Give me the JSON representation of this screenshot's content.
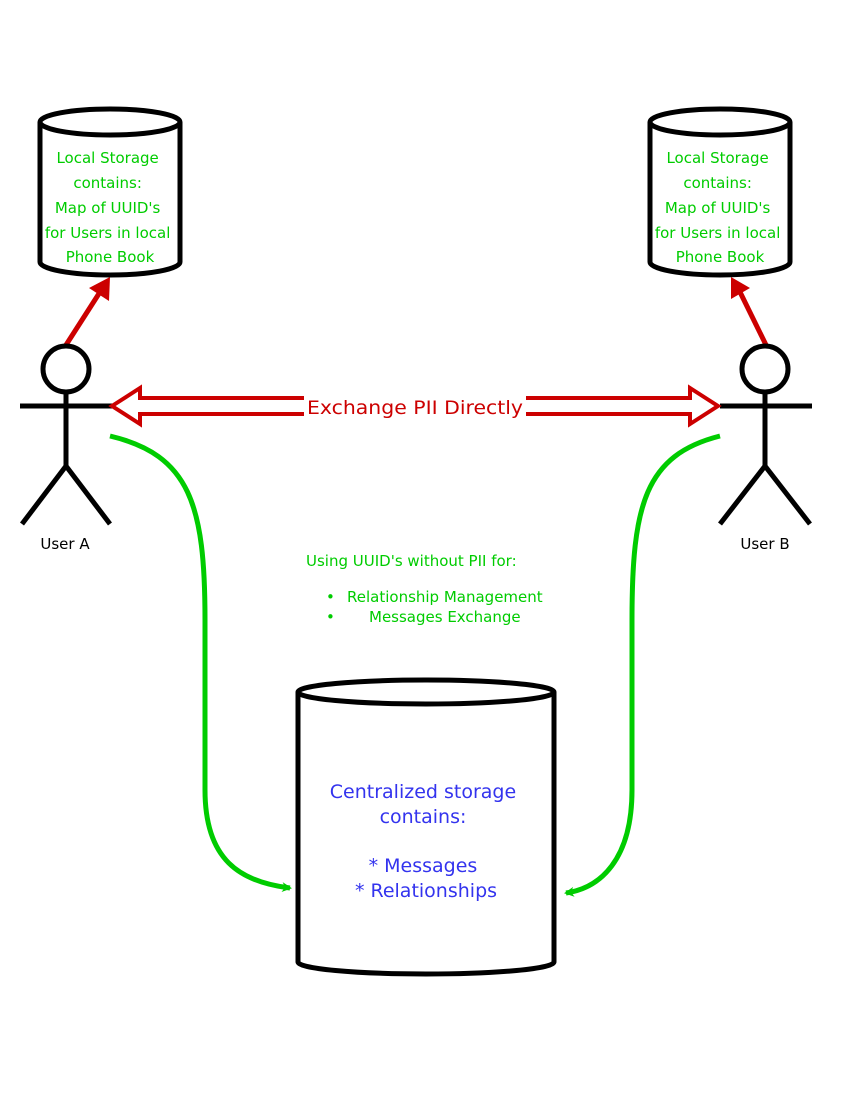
{
  "colors": {
    "outline": "#000000",
    "local_storage_text": "#00cc00",
    "sync_arrow": "#00cc00",
    "pii_arrow": "#cc0000",
    "central_text": "#3333ee"
  },
  "local_storage_a": {
    "lines": [
      "Local Storage",
      "contains:",
      "Map of UUID's",
      "for Users in local",
      "Phone Book"
    ]
  },
  "local_storage_b": {
    "lines": [
      "Local Storage",
      "contains:",
      "Map of UUID's",
      "for Users in local",
      "Phone Book"
    ]
  },
  "user_a": {
    "label": "User A"
  },
  "user_b": {
    "label": "User B"
  },
  "pii_exchange": {
    "label": "Exchange PII Directly"
  },
  "uuid_note": {
    "heading": "Using UUID's without PII for:",
    "bullets": [
      "Relationship Management",
      "Messages Exchange"
    ],
    "bullet_symbol": "•"
  },
  "central_storage": {
    "lines": [
      "Centralized storage",
      "contains:",
      "",
      "* Messages",
      "* Relationships"
    ]
  }
}
